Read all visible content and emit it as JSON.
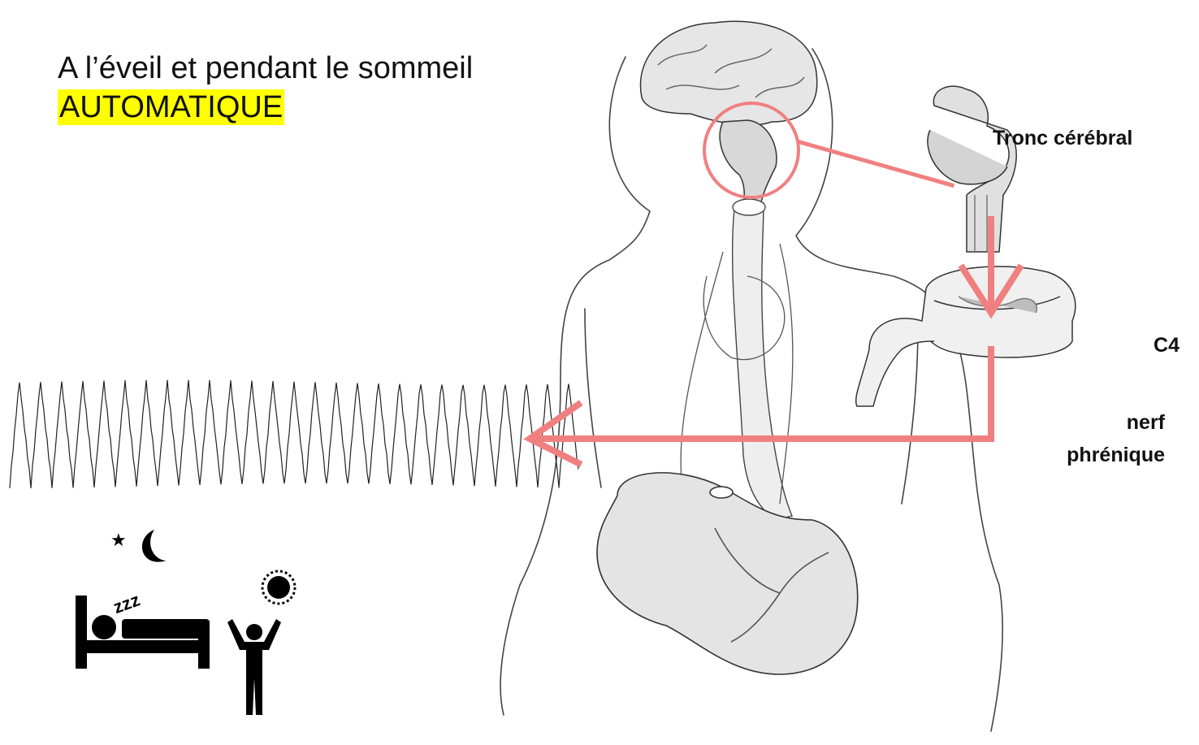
{
  "title": "A l’éveil et pendant le sommeil",
  "highlight": "AUTOMATIQUE",
  "labels": {
    "brainstem": "Tronc cérébral",
    "c4": "C4",
    "nerve_line1": "nerf",
    "nerve_line2": "phrénique"
  },
  "colors": {
    "accent": "#f08080",
    "highlight": "#ffff00",
    "ink": "#222222"
  },
  "icons": [
    "moon-icon",
    "star-icon",
    "zzz-icon",
    "sun-icon",
    "bed-icon",
    "person-sleeping-icon",
    "person-awake-icon"
  ]
}
